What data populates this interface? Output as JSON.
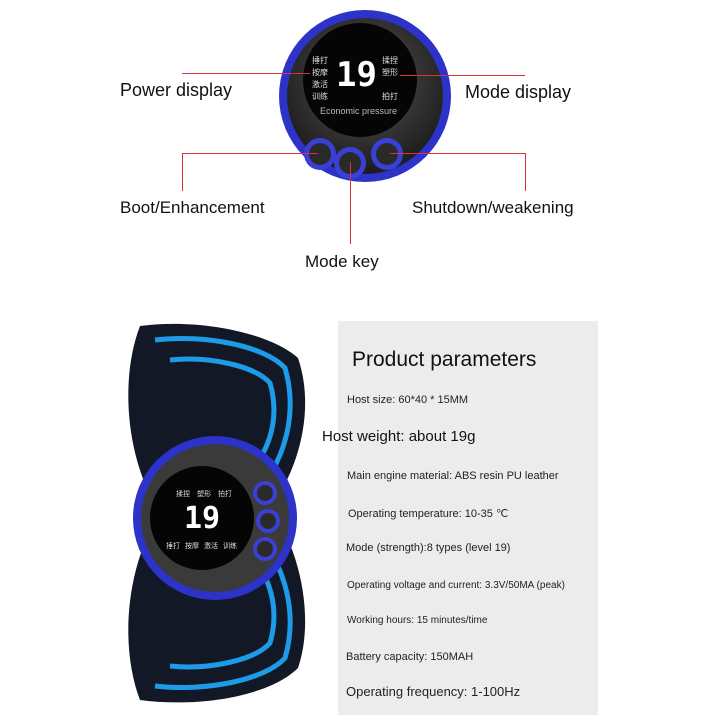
{
  "top_device": {
    "digits": "19",
    "screen_left_modes": [
      "捶打",
      "按摩",
      "激活",
      "训练"
    ],
    "screen_right_modes": [
      "揉捏",
      "塑形",
      "拍打"
    ],
    "screen_overlay": "Economic pressure",
    "ring_color": "#3a3fd6"
  },
  "callouts": {
    "power_display": "Power display",
    "mode_display": "Mode display",
    "boot_enhancement": "Boot/Enhancement",
    "shutdown_weakening": "Shutdown/weakening",
    "mode_key": "Mode key",
    "line_color": "#d9323a"
  },
  "bottom_device": {
    "digits": "19",
    "screen_left_modes": [
      "捶打",
      "按摩",
      "激活",
      "训练"
    ],
    "screen_right_modes": [
      "揉捏",
      "塑形",
      "拍打"
    ],
    "stripe_color": "#1e9be8"
  },
  "parameters": {
    "title": "Product parameters",
    "items": [
      "Host size: 60*40 * 15MM",
      "Host weight: about 19g",
      "Main engine material: ABS resin PU leather",
      "Operating temperature: 10-35 ℃",
      "Mode (strength):8 types (level 19)",
      "Operating voltage and current: 3.3V/50MA (peak)",
      "Working hours: 15 minutes/time",
      "Battery capacity: 150MAH",
      "Operating frequency: 1-100Hz"
    ]
  }
}
